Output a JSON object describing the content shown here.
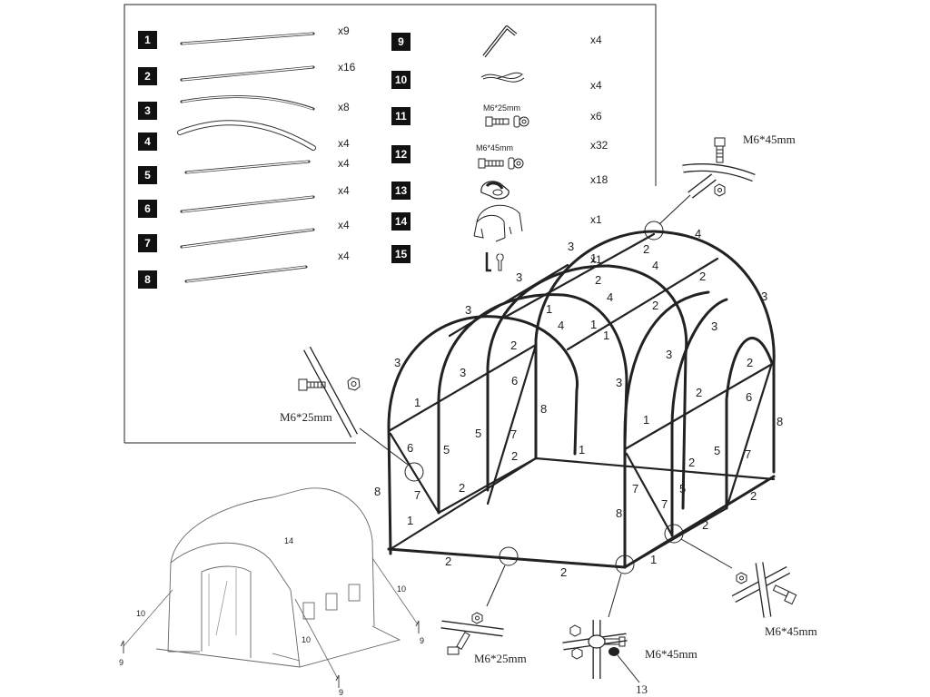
{
  "parts": [
    {
      "num": "1",
      "qty": "x9"
    },
    {
      "num": "2",
      "qty": "x16"
    },
    {
      "num": "3",
      "qty": "x8"
    },
    {
      "num": "4",
      "qty": "x4"
    },
    {
      "num": "5",
      "qty": "x4"
    },
    {
      "num": "6",
      "qty": "x4"
    },
    {
      "num": "7",
      "qty": "x4"
    },
    {
      "num": "8",
      "qty": "x4"
    },
    {
      "num": "9",
      "qty": "x4"
    },
    {
      "num": "10",
      "qty": "x4"
    },
    {
      "num": "11",
      "qty": "x6",
      "spec": "M6*25mm"
    },
    {
      "num": "12",
      "qty": "x32",
      "spec": "M6*45mm"
    },
    {
      "num": "13",
      "qty": "x18"
    },
    {
      "num": "14",
      "qty": "x1"
    },
    {
      "num": "15",
      "qty": "x1"
    }
  ],
  "callouts": {
    "top": "M6*45mm",
    "left": "M6*25mm",
    "bottom_center": "M6*25mm",
    "bottom_right_a": "M6*45mm",
    "bottom_right_b": "M6*45mm",
    "bottom_right_num": "13"
  },
  "frame_labels": [
    "3",
    "2",
    "4",
    "3",
    "4",
    "2",
    "3",
    "4",
    "2",
    "3",
    "1",
    "1",
    "3",
    "4",
    "2",
    "3",
    "3",
    "2",
    "1",
    "2",
    "6",
    "3",
    "3",
    "8",
    "2",
    "1",
    "5",
    "5",
    "7",
    "2",
    "1",
    "6",
    "5",
    "7",
    "2",
    "6",
    "7",
    "5",
    "8",
    "8",
    "1",
    "2",
    "1",
    "2",
    "2",
    "2",
    "2"
  ],
  "tent_labels": [
    "14",
    "10",
    "10",
    "10",
    "9",
    "9",
    "9"
  ]
}
